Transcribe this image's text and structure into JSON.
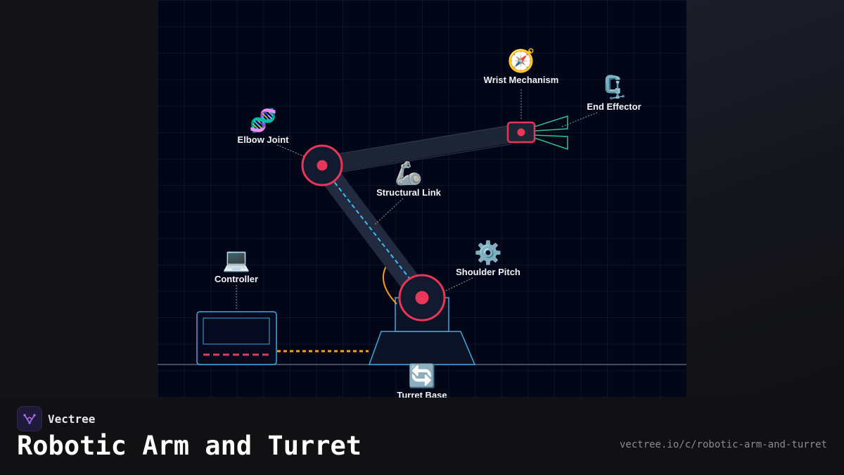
{
  "diagram": {
    "components": [
      {
        "id": "wrist",
        "label": "Wrist Mechanism",
        "icon": "compass-icon",
        "glyph": "🧭"
      },
      {
        "id": "effector",
        "label": "End Effector",
        "icon": "clamp-icon",
        "glyph": "🗜️"
      },
      {
        "id": "elbow",
        "label": "Elbow Joint",
        "icon": "dna-icon",
        "glyph": "🧬"
      },
      {
        "id": "link",
        "label": "Structural Link",
        "icon": "mechanical-arm-icon",
        "glyph": "🦾"
      },
      {
        "id": "shoulder",
        "label": "Shoulder Pitch",
        "icon": "gear-icon",
        "glyph": "⚙️"
      },
      {
        "id": "controller",
        "label": "Controller",
        "icon": "laptop-icon",
        "glyph": "💻"
      },
      {
        "id": "turret",
        "label": "Turret Base",
        "icon": "rotate-arrows-icon",
        "glyph": "🔄"
      }
    ],
    "colors": {
      "joint_ring": "#e8365a",
      "outline": "#3fa9e0",
      "gripper": "#2ec492",
      "cable": "#f59e1c",
      "arm_fill": "#1c2436",
      "dashed_link": "#35c2f0"
    }
  },
  "footer": {
    "brand": "Vectree",
    "title": "Robotic Arm and Turret",
    "url": "vectree.io/c/robotic-arm-and-turret"
  }
}
